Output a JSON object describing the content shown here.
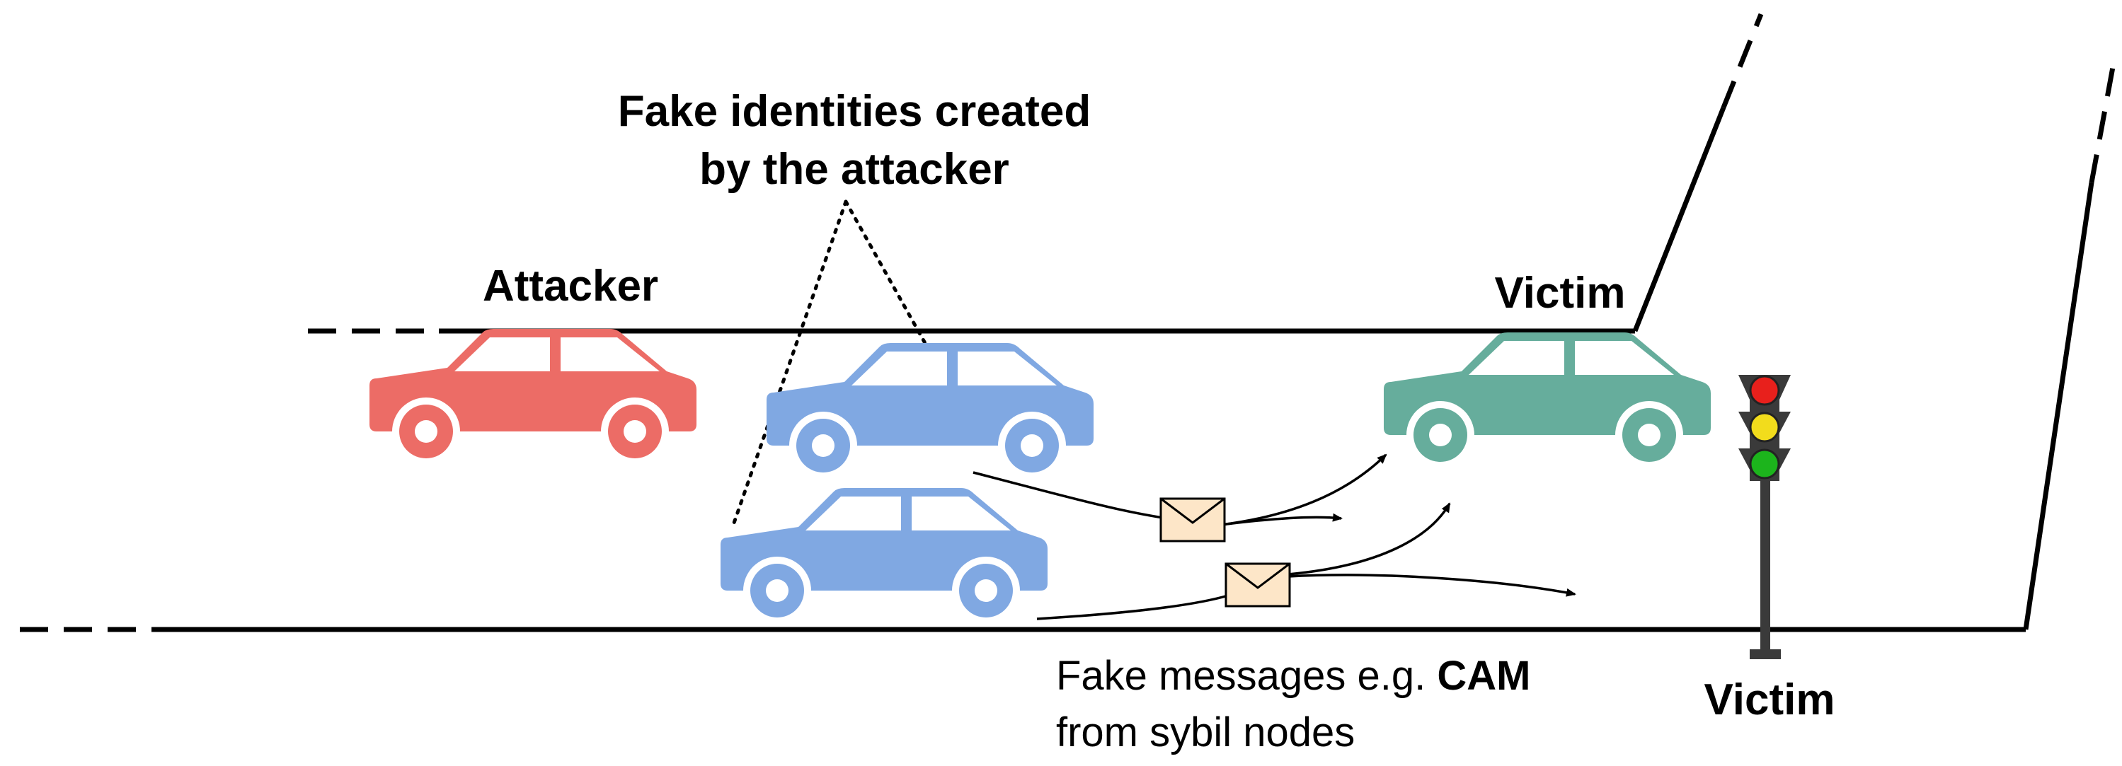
{
  "labels": {
    "fake_identities_line1": "Fake identities created",
    "fake_identities_line2": "by the attacker",
    "attacker": "Attacker",
    "victim_car": "Victim",
    "victim_light": "Victim",
    "fake_messages_prefix": "Fake messages e.g. ",
    "fake_messages_bold": "CAM",
    "fake_messages_line2": "from sybil nodes"
  },
  "colors": {
    "attacker_car": "#ec6c66",
    "sybil_car": "#80a8e2",
    "victim_car": "#66ad9c",
    "envelope_fill": "#fde6c8",
    "road": "#000000",
    "light_red": "#e8201c",
    "light_yellow": "#f2dc1c",
    "light_green": "#1cb41c"
  },
  "icons": [
    "car-icon",
    "envelope-icon",
    "traffic-light-icon"
  ]
}
